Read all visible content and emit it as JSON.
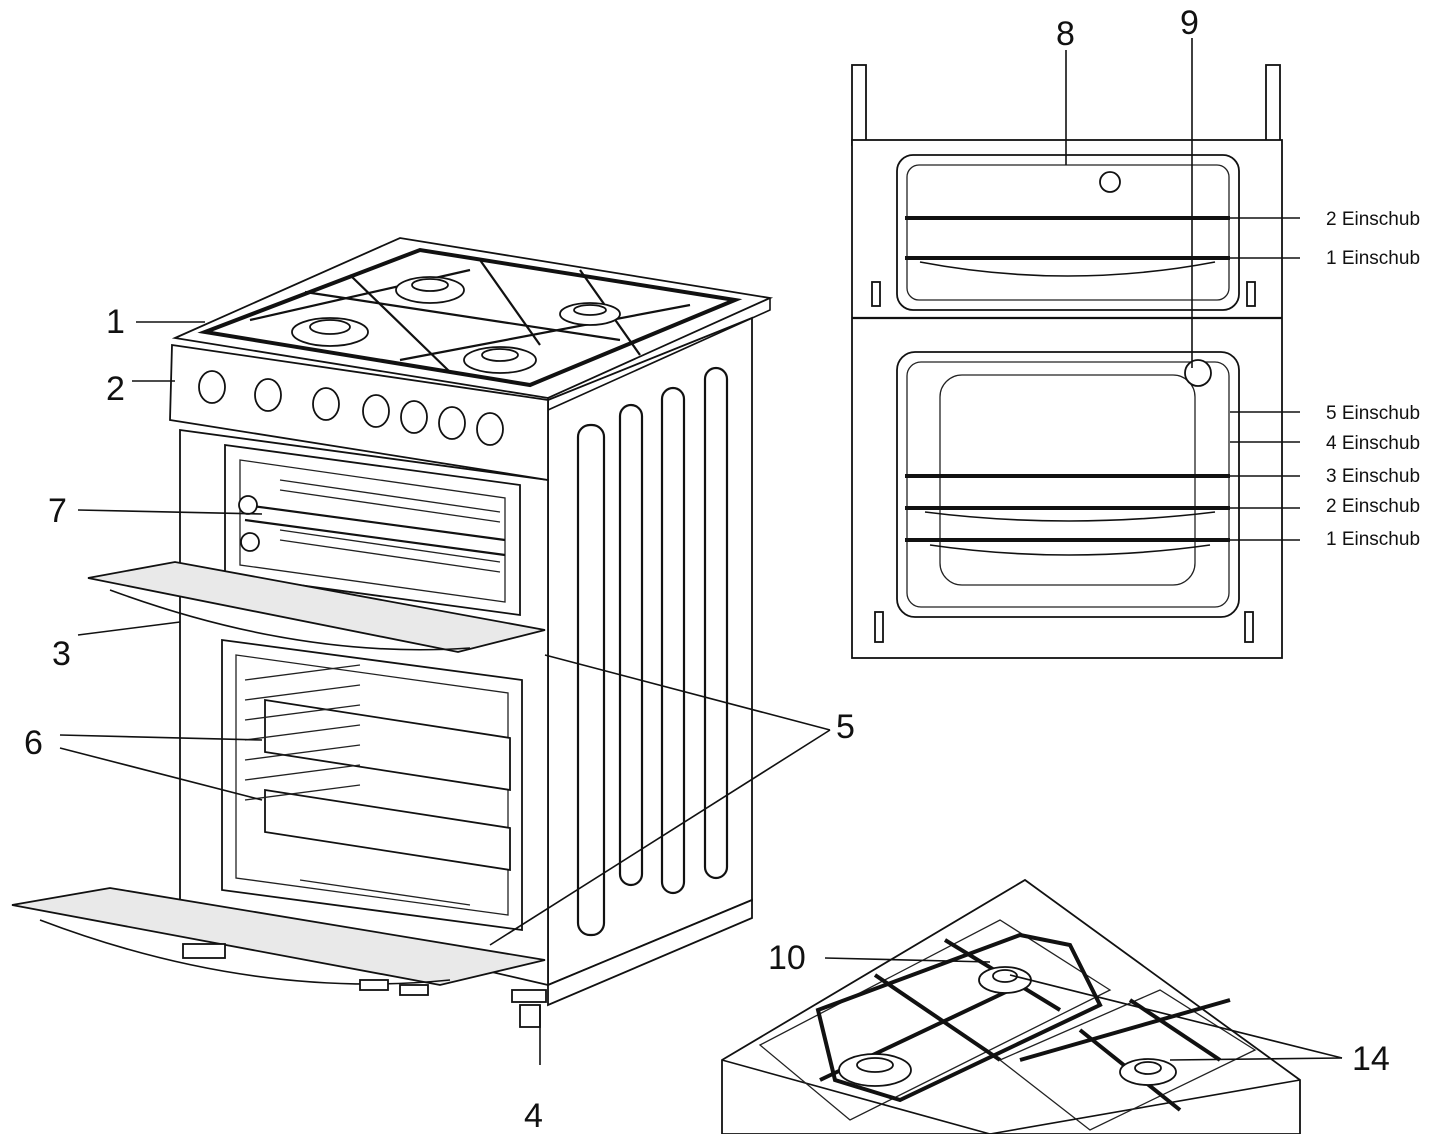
{
  "callouts": {
    "c1": "1",
    "c2": "2",
    "c3": "3",
    "c4": "4",
    "c5": "5",
    "c6": "6",
    "c7": "7",
    "c8": "8",
    "c9": "9",
    "c10": "10",
    "c14": "14"
  },
  "upper_oven_levels": [
    "2 Einschub",
    "1 Einschub"
  ],
  "lower_oven_levels": [
    "5 Einschub",
    "4 Einschub",
    "3 Einschub",
    "2 Einschub",
    "1 Einschub"
  ]
}
